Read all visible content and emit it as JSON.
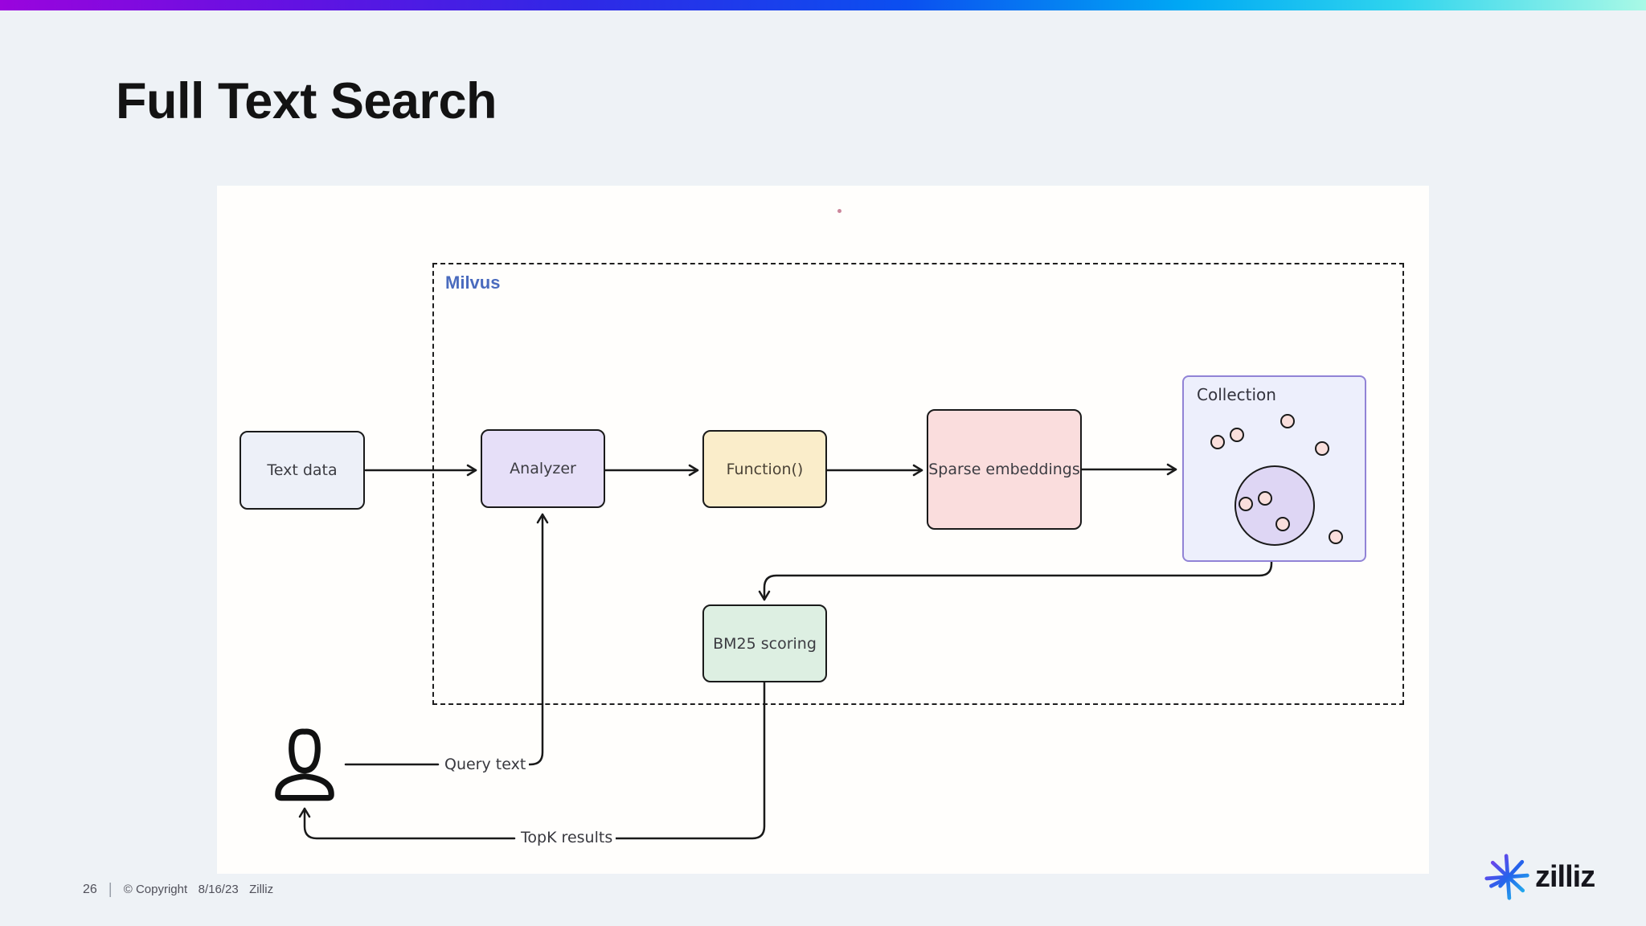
{
  "header": {
    "title": "Full Text Search"
  },
  "topbar": {
    "gradient": [
      "#9a04dd",
      "#3028e6",
      "#0b4ff0",
      "#00a9f4",
      "#a9f9e6"
    ]
  },
  "canvas": {
    "milvus_label": "Milvus",
    "nodes": {
      "text_data": {
        "label": "Text data",
        "fill": "#edf0f8"
      },
      "analyzer": {
        "label": "Analyzer",
        "fill": "#e6dff8"
      },
      "function": {
        "label": "Function()",
        "fill": "#faedca"
      },
      "sparse": {
        "label": "Sparse embeddings",
        "fill": "#fadddd"
      },
      "bm25": {
        "label": "BM25 scoring",
        "fill": "#ddefe2"
      },
      "collection": {
        "label": "Collection",
        "fill": "#edeffc",
        "border": "#9183d6"
      }
    },
    "edges": [
      {
        "from": "text_data",
        "to": "analyzer"
      },
      {
        "from": "analyzer",
        "to": "function"
      },
      {
        "from": "function",
        "to": "sparse"
      },
      {
        "from": "sparse",
        "to": "collection"
      },
      {
        "from": "collection",
        "to": "bm25"
      },
      {
        "from": "bm25",
        "to": "user",
        "label": "TopK results"
      },
      {
        "from": "user",
        "to": "analyzer",
        "label": "Query text"
      }
    ],
    "edge_labels": {
      "query_text": "Query text",
      "topk_results": "TopK results"
    }
  },
  "footer": {
    "page": "26",
    "divider": "|",
    "copyright": "© Copyright",
    "date": "8/16/23",
    "company": "Zilliz"
  },
  "logo": {
    "wordmark": "zilliz",
    "accent_start": "#9333ea",
    "accent_mid": "#2563eb",
    "accent_end": "#22d3ee"
  }
}
